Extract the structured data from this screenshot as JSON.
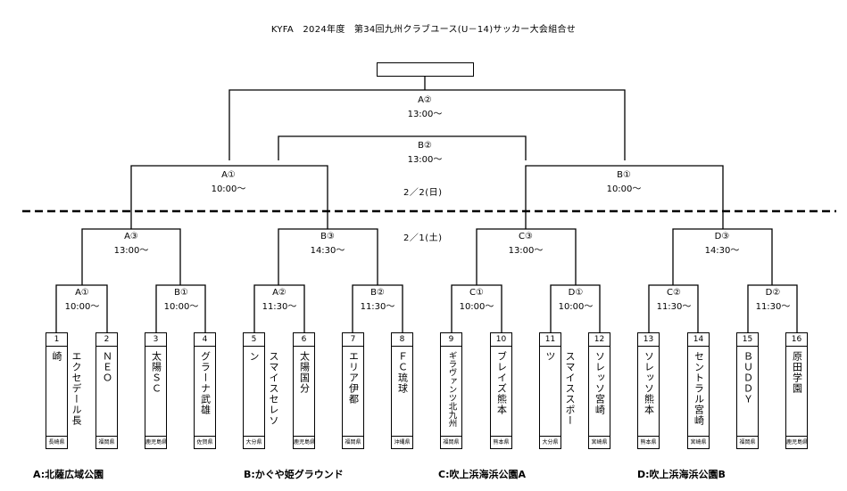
{
  "title": "KYFA　2024年度　第34回九州クラブユース(U－14)サッカー大会組合せ",
  "dates": {
    "day2": "2／2(日)",
    "day1": "2／1(土)"
  },
  "matches": {
    "final": {
      "code": "A②",
      "time": "13:00～"
    },
    "third": {
      "code": "B②",
      "time": "13:00～"
    },
    "semi_left": {
      "code": "A①",
      "time": "10:00～"
    },
    "semi_right": {
      "code": "B①",
      "time": "10:00～"
    },
    "qf1": {
      "code": "A③",
      "time": "13:00～"
    },
    "qf2": {
      "code": "B③",
      "time": "14:30～"
    },
    "qf3": {
      "code": "C③",
      "time": "13:00～"
    },
    "qf4": {
      "code": "D③",
      "time": "14:30～"
    },
    "r1_1": {
      "code": "A①",
      "time": "10:00～"
    },
    "r1_2": {
      "code": "B①",
      "time": "10:00～"
    },
    "r1_3": {
      "code": "A②",
      "time": "11:30～"
    },
    "r1_4": {
      "code": "B②",
      "time": "11:30～"
    },
    "r1_5": {
      "code": "C①",
      "time": "10:00～"
    },
    "r1_6": {
      "code": "D①",
      "time": "10:00～"
    },
    "r1_7": {
      "code": "C②",
      "time": "11:30～"
    },
    "r1_8": {
      "code": "D②",
      "time": "11:30～"
    }
  },
  "teams": [
    {
      "num": "1",
      "name": "エクセデール長崎",
      "pref": "長崎県"
    },
    {
      "num": "2",
      "name": "ＮＥＯ",
      "pref": "福岡県"
    },
    {
      "num": "3",
      "name": "太陽ＳＣ",
      "pref": "鹿児島県"
    },
    {
      "num": "4",
      "name": "グラーナ武雄",
      "pref": "佐賀県"
    },
    {
      "num": "5",
      "name": "スマイスセレソン",
      "pref": "大分県"
    },
    {
      "num": "6",
      "name": "太陽国分",
      "pref": "鹿児島県"
    },
    {
      "num": "7",
      "name": "エリア伊都",
      "pref": "福岡県"
    },
    {
      "num": "8",
      "name": "ＦＣ琉球",
      "pref": "沖縄県"
    },
    {
      "num": "9",
      "name": "ギラヴァンツ北九州",
      "pref": "福岡県"
    },
    {
      "num": "10",
      "name": "ブレイズ熊本",
      "pref": "熊本県"
    },
    {
      "num": "11",
      "name": "スマイススポーツ",
      "pref": "大分県"
    },
    {
      "num": "12",
      "name": "ソレッソ宮崎",
      "pref": "宮崎県"
    },
    {
      "num": "13",
      "name": "ソレッソ熊本",
      "pref": "熊本県"
    },
    {
      "num": "14",
      "name": "セントラル宮崎",
      "pref": "宮崎県"
    },
    {
      "num": "15",
      "name": "ＢＵＤＤＹ",
      "pref": "福岡県"
    },
    {
      "num": "16",
      "name": "原田学園",
      "pref": "鹿児島県"
    }
  ],
  "venues": {
    "a": "A:北薩広域公園",
    "b": "B:かぐや姫グラウンド",
    "c": "C:吹上浜海浜公園A",
    "d": "D:吹上浜海浜公園B"
  }
}
